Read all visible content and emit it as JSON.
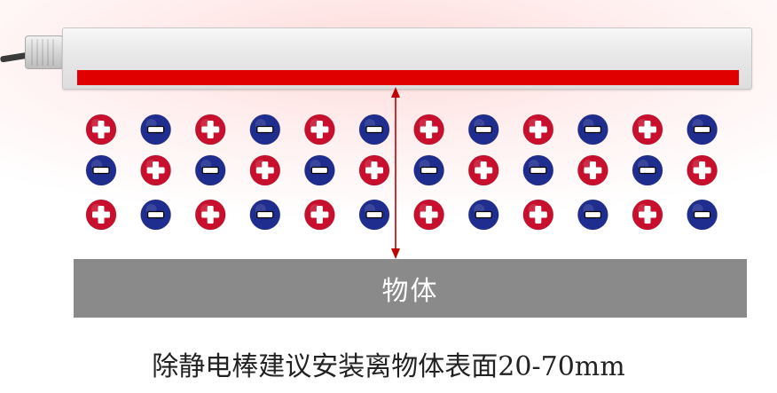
{
  "device": {
    "name": "除静电棒",
    "strip_color": "#e00000"
  },
  "ions": {
    "rows": [
      [
        "+",
        "-",
        "+",
        "-",
        "+",
        "-",
        "+",
        "-",
        "+",
        "-",
        "+",
        "-"
      ],
      [
        "-",
        "+",
        "-",
        "+",
        "-",
        "+",
        "-",
        "+",
        "-",
        "+",
        "-",
        "+"
      ],
      [
        "+",
        "-",
        "+",
        "-",
        "+",
        "-",
        "+",
        "-",
        "+",
        "-",
        "+",
        "-"
      ]
    ],
    "positive_color": "#c8102e",
    "negative_color": "#1f2d8f"
  },
  "distance_arrow": {
    "color": "#c00000"
  },
  "object": {
    "label": "物体"
  },
  "caption": "除静电棒建议安装离物体表面20-70mm"
}
